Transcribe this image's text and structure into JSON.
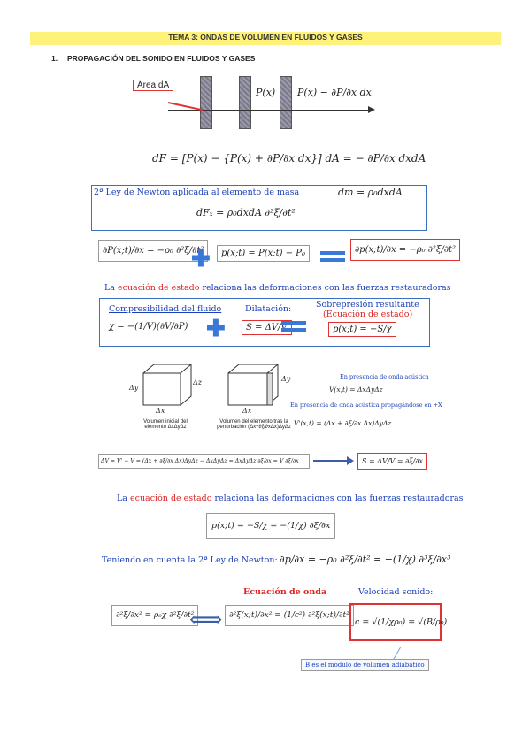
{
  "header": {
    "title": "TEMA 3: ONDAS DE VOLUMEN EN FLUIDOS Y GASES",
    "section_num": "1.",
    "section_title": "PROPAGACIÓN DEL SONIDO EN FLUIDOS Y GASES"
  },
  "fig1": {
    "area_label": "Área dA",
    "p_left": "P(x)",
    "p_right": "P(x) − ∂P/∂x dx"
  },
  "eq_force": "dF = [P(x) − {P(x) + ∂P/∂x dx}] dA = − ∂P/∂x dxdA",
  "newton": {
    "label": "2ª Ley de Newton aplicada al elemento de masa",
    "mass": "dm = ρ₀dxdA",
    "force": "dFₓ = ρ₀dxdA ∂²ξ/∂t²"
  },
  "row1": {
    "lhs": "∂P(x;t)/∂x = −ρ₀ ∂²ξ/∂t²",
    "mid": "p(x;t) = P(x;t) − P₀",
    "rhs": "∂p(x;t)/∂x = −ρ₀ ∂²ξ/∂t²"
  },
  "state1": {
    "pre": "La ",
    "key": "ecuación de estado",
    "post": " relaciona las deformaciones con las fuerzas restauradoras"
  },
  "state_box": {
    "compress_label": "Compresibilidad del fluido",
    "compress_eq": "χ = −(1/V)(∂V/∂P)",
    "dil_label": "Dilatación:",
    "dil_eq": "S = ΔV/V",
    "over_label1": "Sobrepresión resultante",
    "over_label2": "(Ecuación de estado)",
    "over_eq": "p(x;t) = −S/χ"
  },
  "cubes": {
    "cube1_caption": "Volumen inicial del elemento ΔxΔyΔz",
    "cube2_caption": "Volumen del elemento tras la perturbación (Δx+∂ξ/∂xΔx)ΔyΔz",
    "dx": "Δx",
    "dy": "Δy",
    "dz": "Δz",
    "note1": "En presencia de onda acústica",
    "vol1": "V(x,t) = ΔxΔyΔz",
    "note2": "En presencia de onda acústica propagándose en +X",
    "vol2": "V'(x,t) = (Δx + ∂ξ/∂x Δx)ΔyΔz"
  },
  "dv_eq": "ΔV = V' − V = (Δx + ∂ξ/∂x Δx)ΔyΔz − ΔxΔyΔz = ΔxΔyΔz ∂ξ/∂x = V ∂ξ/∂x",
  "s_eq": "S = ΔV/V = ∂ξ/∂x",
  "state2": {
    "pre": "La ",
    "key": "ecuación de estado",
    "post": " relaciona las deformaciones con las fuerzas restauradoras"
  },
  "p_eq": "p(x;t) = −S/χ = −(1/χ) ∂ξ/∂x",
  "newton2": {
    "label": "Teniendo en cuenta la 2ª Ley de Newton:",
    "eq": "∂p/∂x = −ρ₀ ∂²ξ/∂t² = −(1/χ) ∂³ξ/∂x³"
  },
  "wave": {
    "label": "Ecuación de onda",
    "left": "∂²ξ/∂x² = ρ₀χ ∂²ξ/∂t²",
    "eq": "∂²ξ(x;t)/∂x² = (1/c²) ∂²ξ(x;t)/∂t²"
  },
  "speed": {
    "label": "Velocidad sonido:",
    "eq": "c = √(1/χρ₀) = √(B/ρ₀)",
    "note": "B es el módulo de volumen adiabático"
  }
}
